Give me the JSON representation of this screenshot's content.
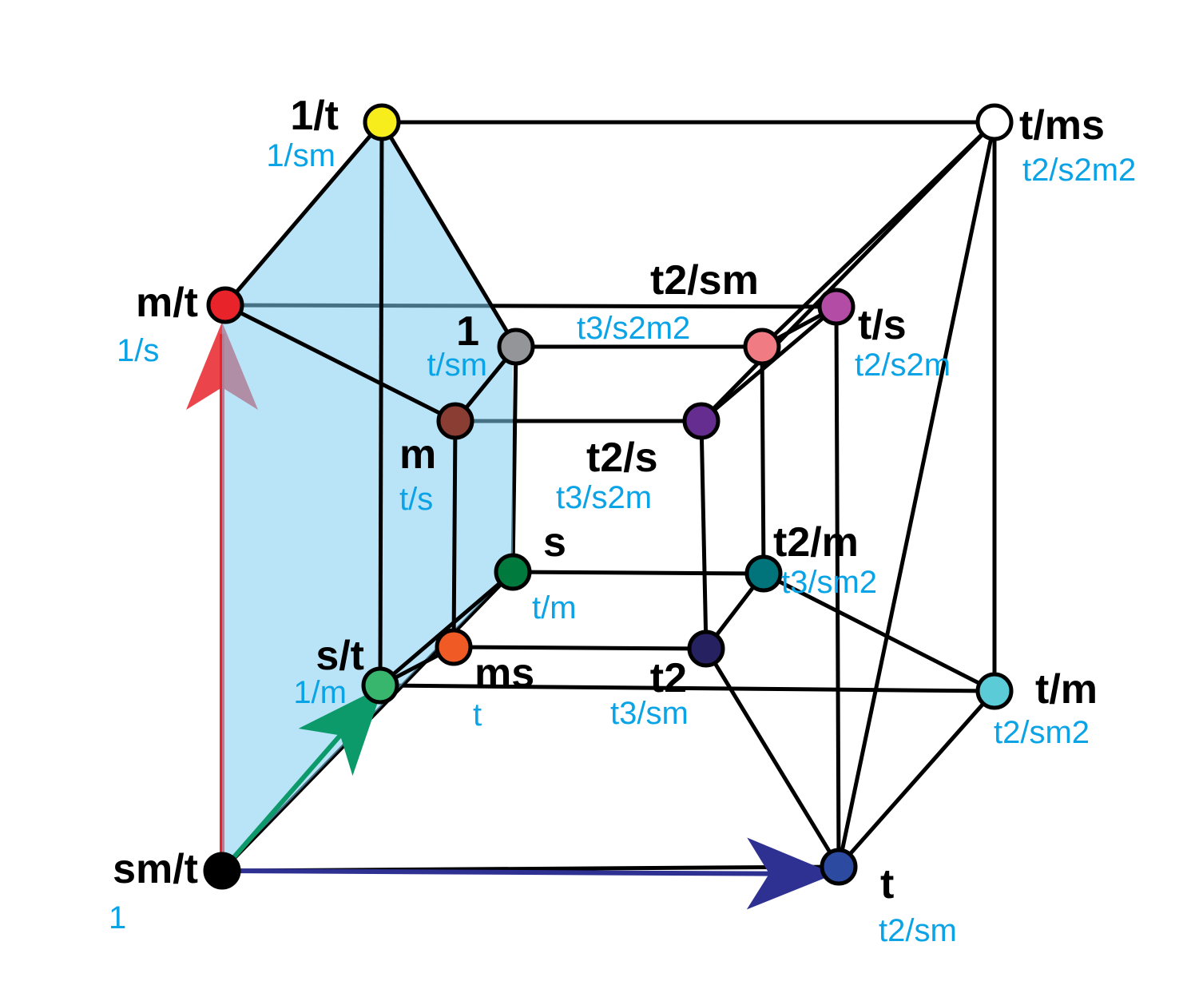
{
  "colors": {
    "edge": "#000000",
    "secondary_label": "#0aa3e6",
    "plane_fill": "#7fcdf2",
    "arrow_red": "#e8232a",
    "arrow_green": "#0d9a6a",
    "arrow_blue": "#2e3192"
  },
  "nodes": [
    {
      "id": "sm_t",
      "label": "sm/t",
      "sub": "1",
      "color": "#000000"
    },
    {
      "id": "m_t",
      "label": "m/t",
      "sub": "1/s",
      "color": "#e8232a"
    },
    {
      "id": "one_t",
      "label": "1/t",
      "sub": "1/sm",
      "color": "#f7ed1c"
    },
    {
      "id": "s_t",
      "label": "s/t",
      "sub": "1/m",
      "color": "#39b66e"
    },
    {
      "id": "one",
      "label": "1",
      "sub": "t/sm",
      "color": "#939598"
    },
    {
      "id": "m",
      "label": "m",
      "sub": "t/s",
      "color": "#8a3e33"
    },
    {
      "id": "ms",
      "label": "ms",
      "sub": "t",
      "color": "#f05a24"
    },
    {
      "id": "s",
      "label": "s",
      "sub": "t/m",
      "color": "#007a3d"
    },
    {
      "id": "t2_sm",
      "label": "t2/sm",
      "sub": "t3/s2m2",
      "color": "#f07b83"
    },
    {
      "id": "t2_s",
      "label": "t2/s",
      "sub": "t3/s2m",
      "color": "#662d91"
    },
    {
      "id": "t2_m",
      "label": "t2/m",
      "sub": "t3/sm2",
      "color": "#00747a"
    },
    {
      "id": "t2",
      "label": "t2",
      "sub": "t3/sm",
      "color": "#262262"
    },
    {
      "id": "t",
      "label": "t",
      "sub": "t2/sm",
      "color": "#2b4aa0"
    },
    {
      "id": "t_m",
      "label": "t/m",
      "sub": "t2/sm2",
      "color": "#5ccbd8"
    },
    {
      "id": "t_s",
      "label": "t/s",
      "sub": "t2/s2m",
      "color": "#b34ca4"
    },
    {
      "id": "t_ms",
      "label": "t/ms",
      "sub": "t2/s2m2",
      "color": "#ffffff"
    }
  ],
  "edges": [
    [
      "sm_t",
      "t"
    ],
    [
      "sm_t",
      "s"
    ],
    [
      "one_t",
      "t_ms"
    ],
    [
      "m_t",
      "t_s"
    ],
    [
      "t",
      "t_ms"
    ],
    [
      "t",
      "t_m"
    ],
    [
      "t",
      "t_s"
    ],
    [
      "t_m",
      "t_ms"
    ],
    [
      "s_t",
      "t_m"
    ],
    [
      "t_ms",
      "t2_s"
    ],
    [
      "t_ms",
      "t2_sm"
    ],
    [
      "one",
      "s"
    ],
    [
      "one",
      "t2_sm"
    ],
    [
      "m",
      "t2_s"
    ],
    [
      "s",
      "t2_m"
    ],
    [
      "ms",
      "t2"
    ],
    [
      "t2_sm",
      "t2_m"
    ],
    [
      "t2_s",
      "t2"
    ],
    [
      "t2_m",
      "t2"
    ],
    [
      "t2",
      "t"
    ],
    [
      "t2_m",
      "t_m"
    ],
    [
      "t2_sm",
      "t_s"
    ],
    [
      "t2_s",
      "t_s"
    ],
    [
      "m_t",
      "one_t"
    ],
    [
      "one_t",
      "one"
    ],
    [
      "one_t",
      "s_t"
    ],
    [
      "m_t",
      "m"
    ],
    [
      "m",
      "one"
    ],
    [
      "m",
      "ms"
    ],
    [
      "s_t",
      "s"
    ],
    [
      "s_t",
      "ms"
    ]
  ]
}
